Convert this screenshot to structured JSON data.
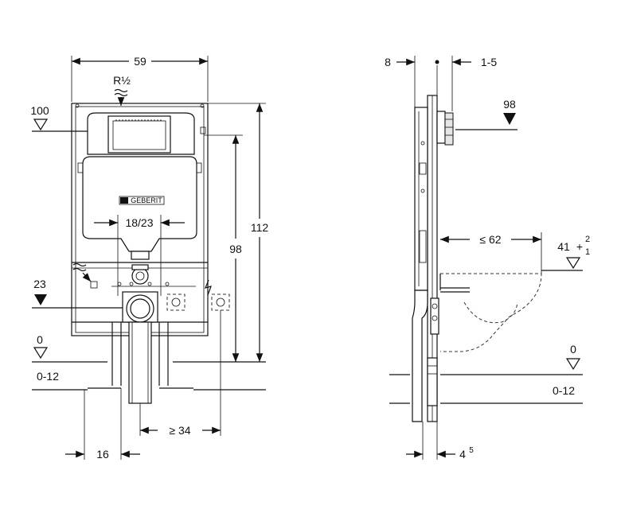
{
  "front_view": {
    "frame_width": "59",
    "connection": "R½",
    "level_100": "100",
    "level_23": "23",
    "level_0": "0",
    "floor_range": "0-12",
    "frame_height_112": "112",
    "tank_height_98": "98",
    "flush_plate_width": "18/23",
    "min_34": "≥ 34",
    "dim_16": "16",
    "brand": "GEBERIT"
  },
  "side_view": {
    "depth_8": "8",
    "adjust_1_5": "1-5",
    "level_98": "98",
    "max_62": "≤ 62",
    "height_41": "41",
    "tol_plus": "+",
    "tol_minus": "−",
    "tol_2": "2",
    "tol_1": "1",
    "level_0": "0",
    "floor_range": "0-12",
    "dim_4": "4",
    "dim_5": "5"
  },
  "icons": {
    "level_triangle_open": "level-triangle-open-icon",
    "level_triangle_filled": "level-triangle-filled-icon",
    "water_supply": "water-supply-icon",
    "electrical": "electrical-icon"
  }
}
